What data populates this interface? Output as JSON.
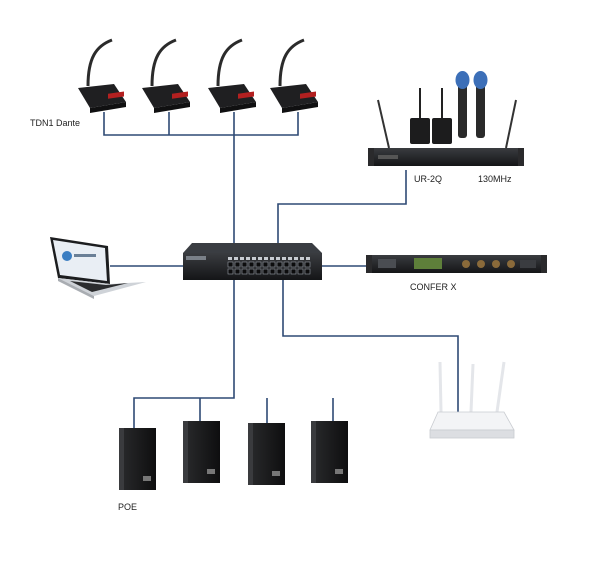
{
  "labels": {
    "mic_group": "TDN1 Dante",
    "receiver_model": "UR-2Q",
    "receiver_freq": "130MHz",
    "processor": "CONFER X",
    "speakers": "POE"
  },
  "colors": {
    "link": "#2f4a75",
    "device_dark": "#1e1f21",
    "accent_red": "#b32020"
  },
  "icons": [
    "gooseneck-microphone-icon",
    "network-switch-icon",
    "laptop-icon",
    "wireless-receiver-icon",
    "audio-processor-icon",
    "wifi-router-icon",
    "speaker-icon"
  ]
}
